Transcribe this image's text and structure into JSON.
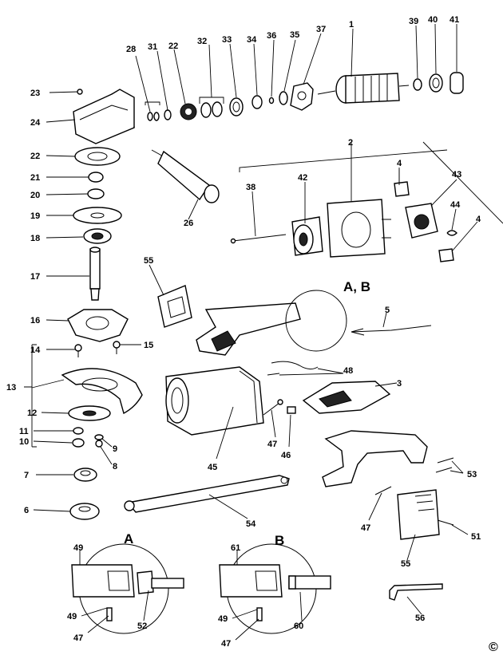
{
  "diagram": {
    "callouts": [
      "1",
      "2",
      "3",
      "4",
      "4",
      "5",
      "6",
      "7",
      "8",
      "9",
      "10",
      "11",
      "12",
      "13",
      "14",
      "15",
      "16",
      "17",
      "18",
      "19",
      "20",
      "21",
      "22",
      "22",
      "23",
      "24",
      "26",
      "28",
      "31",
      "32",
      "33",
      "34",
      "35",
      "36",
      "37",
      "38",
      "39",
      "40",
      "41",
      "42",
      "43",
      "44",
      "45",
      "46",
      "47",
      "47",
      "47",
      "47",
      "48",
      "49",
      "49",
      "49",
      "51",
      "52",
      "53",
      "54",
      "55",
      "55",
      "56",
      "60",
      "61"
    ],
    "inset_a_label": "A",
    "inset_b_label": "B",
    "inset_ab_label": "A, B",
    "copyright_mark": "©"
  }
}
